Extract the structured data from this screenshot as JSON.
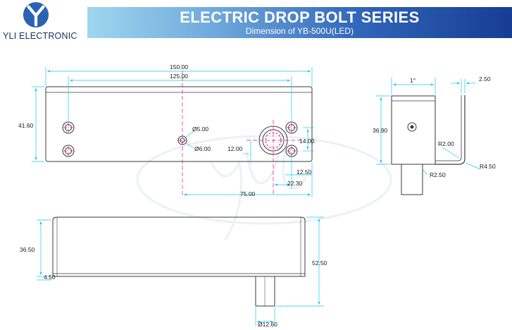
{
  "brand": {
    "name": "YLI ELECTRONIC",
    "logo_icon": "yli-y-logo-icon"
  },
  "header": {
    "title": "ELECTRIC DROP BOLT SERIES",
    "subtitle": "Dimension of YB-500U(LED)"
  },
  "watermark": {
    "icon": "yli-script-watermark-icon"
  },
  "colors": {
    "dimension_cyan": "#19c8ea",
    "center_magenta": "#e0148c",
    "outline": "#3a3a3a",
    "banner_dark": "#173d93",
    "banner_light": "#9fd6ef"
  },
  "top_view": {
    "dim_total_width": "150.00",
    "dim_hole_spacing": "125.00",
    "dim_height": "41.60",
    "dim_hole_small": "Ø5.00",
    "dim_hole_large": "Ø6.00",
    "dim_bolt_offset": "12.00",
    "dim_ear_spacing": "14.00",
    "dim_ear_offset": "12.50",
    "dim_center_to_ear": "22.30",
    "dim_center_to_edge": "75.00"
  },
  "side_view": {
    "dim_angle": "1°",
    "dim_thickness": "2.50",
    "dim_height": "36.90",
    "dim_inner_radius": "R2.00",
    "dim_outer_radius": "R4.50",
    "dim_corner_radius": "R2.50"
  },
  "front_view": {
    "dim_body_height": "36.50",
    "dim_overall_height": "52.50",
    "dim_base": "4.50",
    "dim_bolt_diameter": "Ø12.60"
  }
}
